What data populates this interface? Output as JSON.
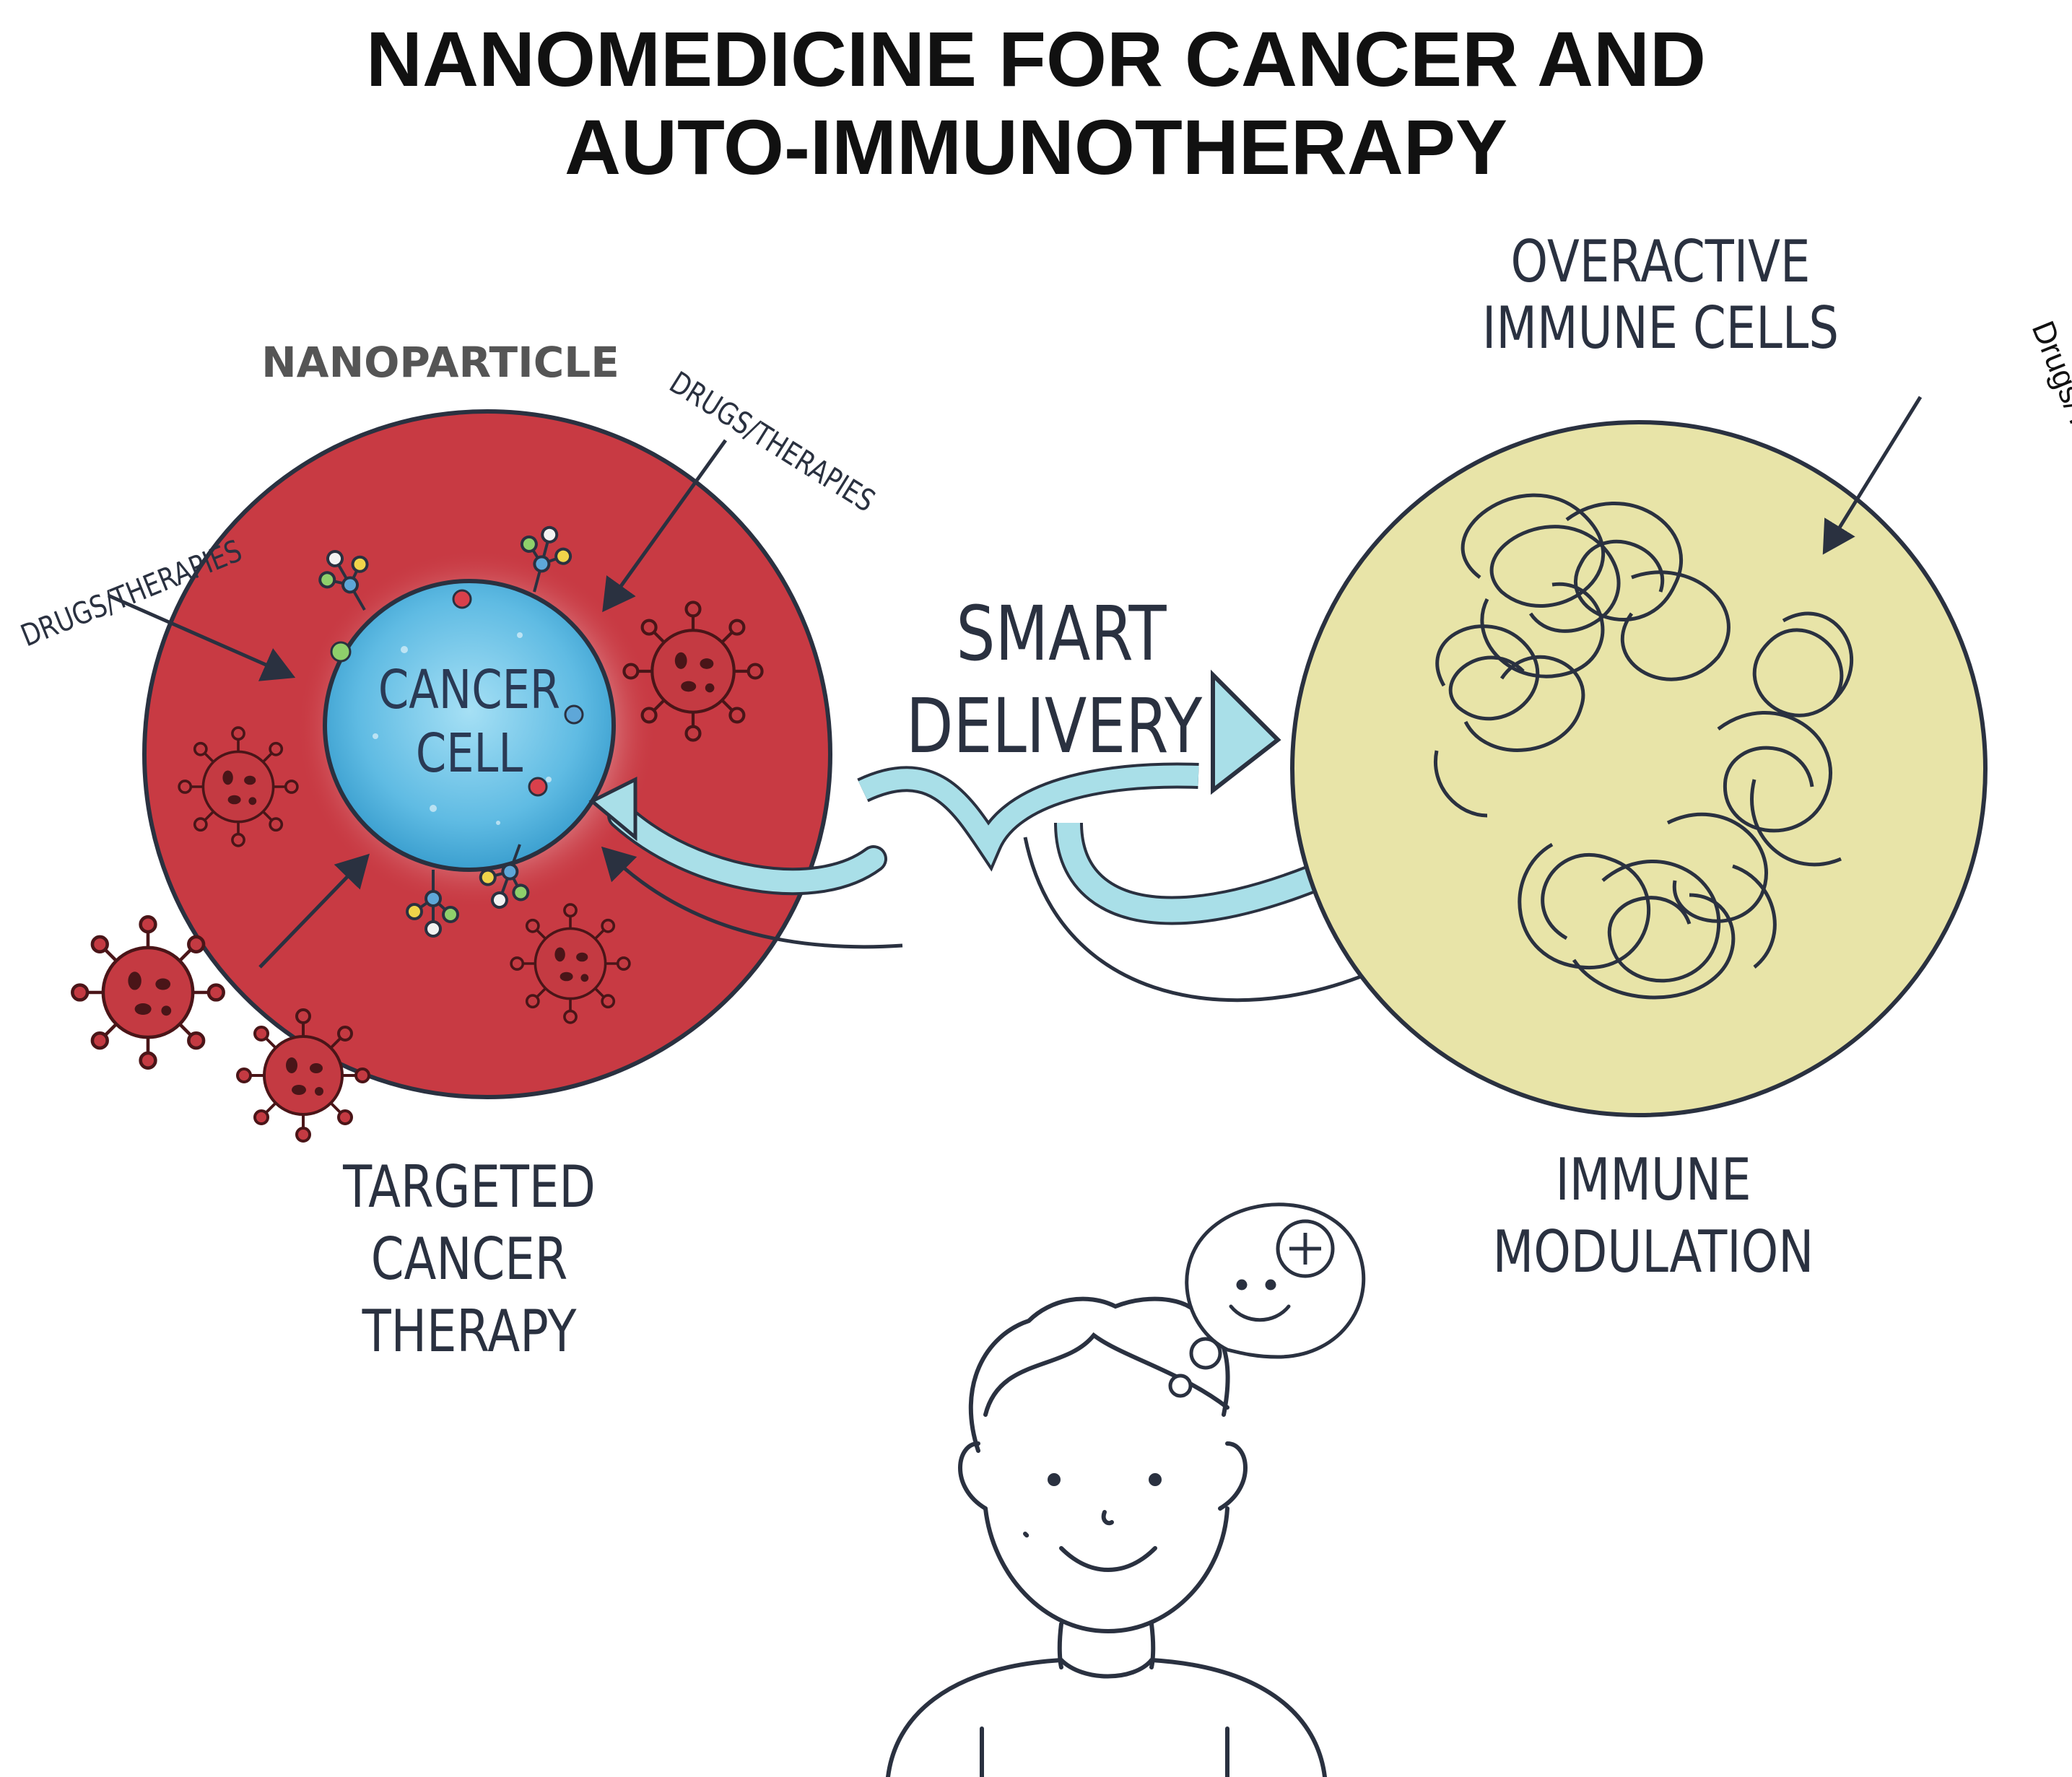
{
  "title": {
    "line1": "NANOMEDICINE FOR CANCER AND",
    "line2": "AUTO-IMMUNOTHERAPY"
  },
  "labels": {
    "nanoparticle": "NANOPARTICLE",
    "drugs_left": "DRUGS/THERAPIES",
    "drugs_top": "DRUGS/THERAPIES",
    "drugs_right": "Drugs/Therapies",
    "cancer_cell_1": "CANCER",
    "cancer_cell_2": "CELL",
    "smart": "SMART",
    "delivery": "DELIVERY",
    "overactive_1": "OVERACTIVE",
    "overactive_2": "IMMUNE CELLS",
    "targeted_1": "TARGETED",
    "targeted_2": "CANCER",
    "targeted_3": "THERAPY",
    "immune_1": "IMMUNE",
    "immune_2": "MODULATION"
  },
  "colors": {
    "nanoparticle_red": "#c83a43",
    "cancer_cell_blue": "#6fc3e6",
    "immune_cell_yellow": "#e8e4a8",
    "arrow_cyan": "#a9dfe8",
    "ink": "#2a3140"
  },
  "icons": [
    "virus-icon",
    "molecule-icon",
    "tangled-cell-icon",
    "person-icon",
    "thought-bubble-icon",
    "plus-icon"
  ]
}
